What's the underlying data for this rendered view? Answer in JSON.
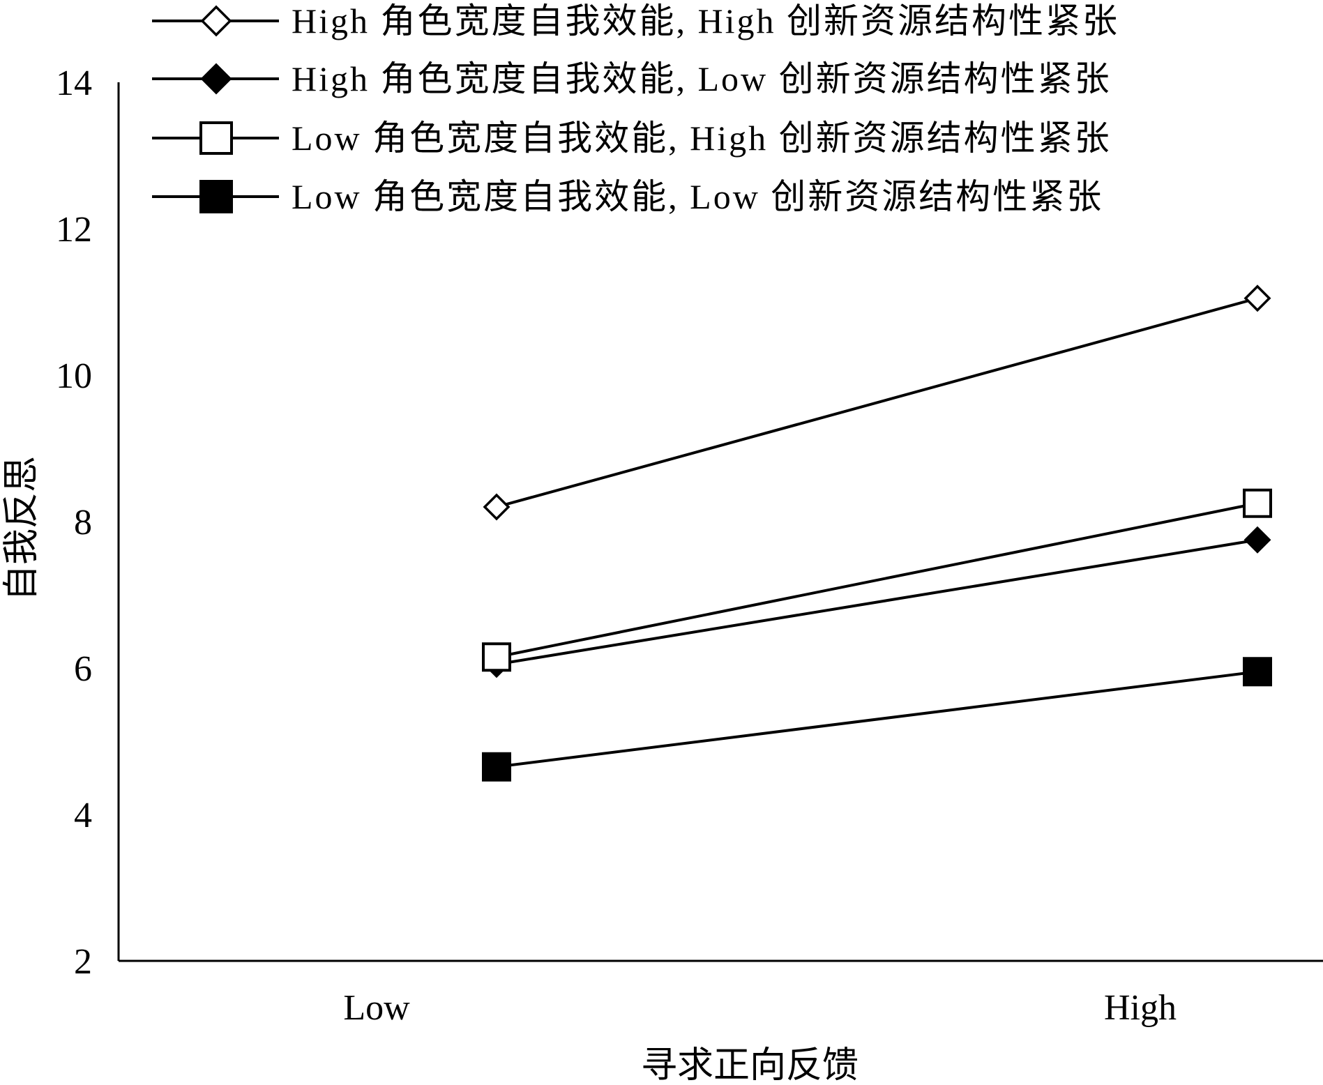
{
  "chart_data": {
    "type": "line",
    "title": "",
    "xlabel": "寻求正向反馈",
    "ylabel": "自我反思",
    "categories": [
      "Low",
      "High"
    ],
    "ylim": [
      2,
      14
    ],
    "yticks": [
      2,
      4,
      6,
      8,
      10,
      12,
      14
    ],
    "legend_position": "top",
    "grid": false,
    "series": [
      {
        "name": "High 角色宽度自我效能, High 创新资源结构性紧张",
        "marker": "diamond-open",
        "values": [
          8.2,
          11.05
        ]
      },
      {
        "name": "High 角色宽度自我效能, Low 创新资源结构性紧张",
        "marker": "diamond-filled",
        "values": [
          6.05,
          7.75
        ]
      },
      {
        "name": "Low 角色宽度自我效能, High 创新资源结构性紧张",
        "marker": "square-open",
        "values": [
          6.15,
          8.25
        ]
      },
      {
        "name": "Low 角色宽度自我效能, Low 创新资源结构性紧张",
        "marker": "square-filled",
        "values": [
          4.65,
          5.95
        ]
      }
    ]
  }
}
